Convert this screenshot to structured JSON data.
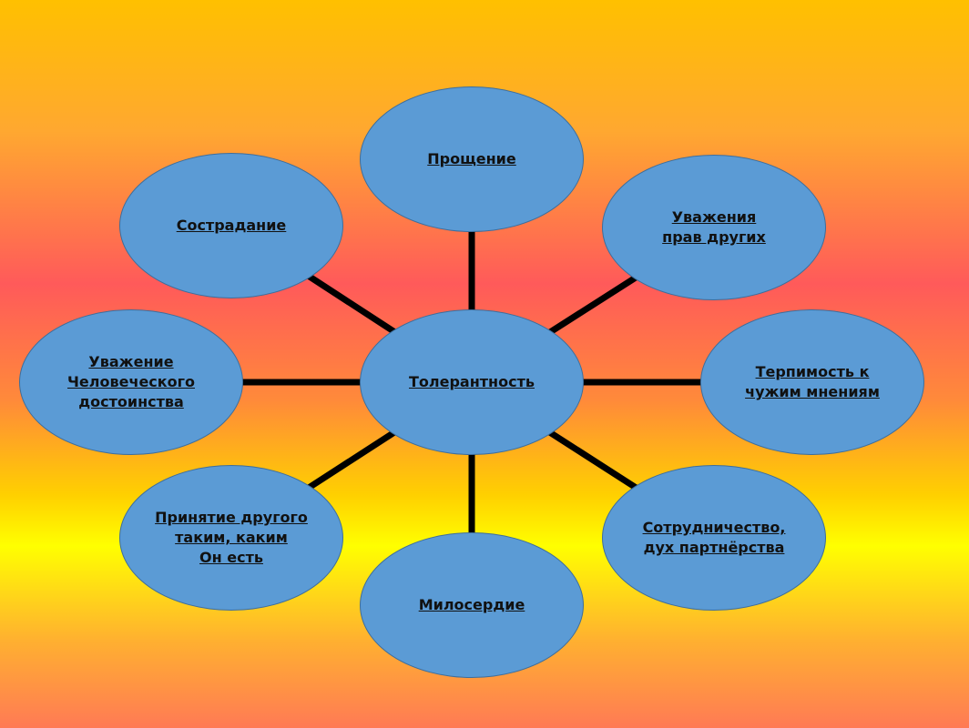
{
  "diagram": {
    "center": "Толерантность",
    "nodes": [
      {
        "id": "top",
        "label": "Прощение"
      },
      {
        "id": "top-right",
        "label": "Уважения\nправ других"
      },
      {
        "id": "right",
        "label": "Терпимость к\nчужим мнениям"
      },
      {
        "id": "bottom-right",
        "label": "Сотрудничество,\nдух партнёрства"
      },
      {
        "id": "bottom",
        "label": "Милосердие"
      },
      {
        "id": "bottom-left",
        "label": "Принятие другого\nтаким, каким\nОн есть"
      },
      {
        "id": "left",
        "label": "Уважение\nЧеловеческого\nдостоинства"
      },
      {
        "id": "top-left",
        "label": "Сострадание"
      }
    ],
    "colors": {
      "node_fill": "#5B9BD5",
      "connector": "#000000"
    }
  }
}
